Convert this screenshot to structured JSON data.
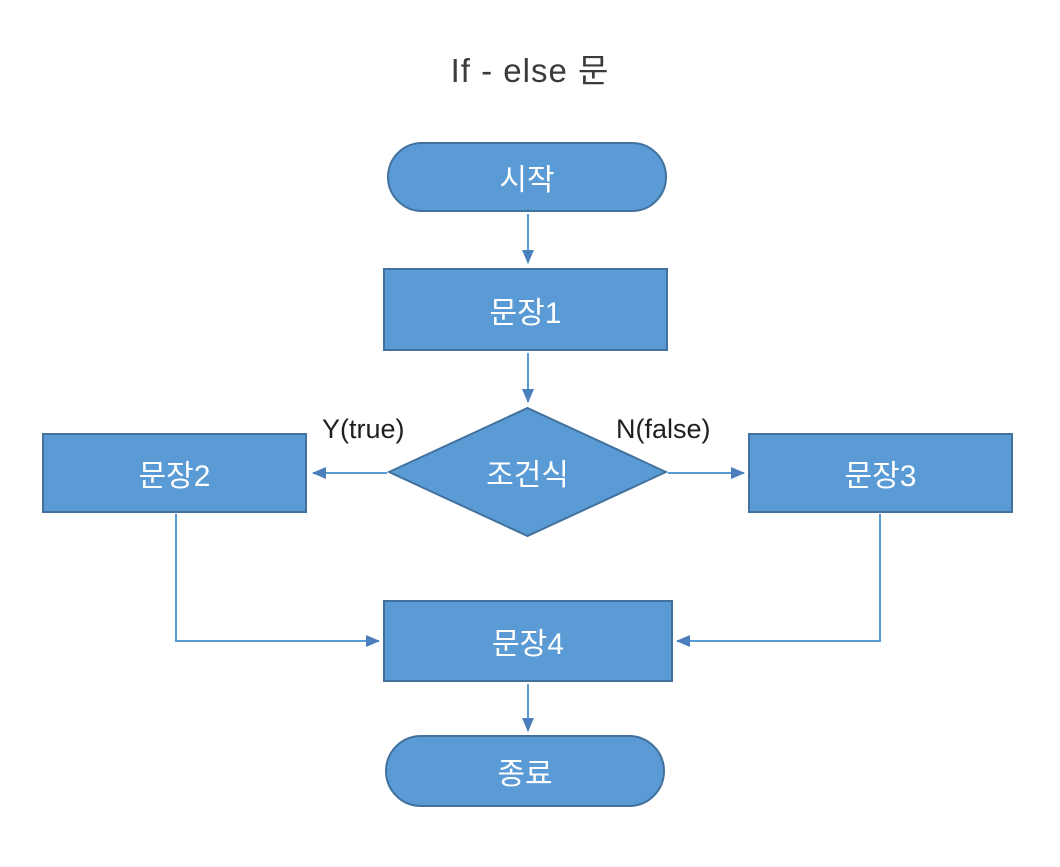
{
  "title": "If - else 문",
  "diagram": {
    "type": "flowchart",
    "nodes": [
      {
        "id": "start",
        "shape": "terminator",
        "label": "시작"
      },
      {
        "id": "statement1",
        "shape": "process",
        "label": "문장1"
      },
      {
        "id": "condition",
        "shape": "decision",
        "label": "조건식"
      },
      {
        "id": "statement2",
        "shape": "process",
        "label": "문장2"
      },
      {
        "id": "statement3",
        "shape": "process",
        "label": "문장3"
      },
      {
        "id": "statement4",
        "shape": "process",
        "label": "문장4"
      },
      {
        "id": "end",
        "shape": "terminator",
        "label": "종료"
      }
    ],
    "edges": [
      {
        "from": "start",
        "to": "statement1",
        "label": ""
      },
      {
        "from": "statement1",
        "to": "condition",
        "label": ""
      },
      {
        "from": "condition",
        "to": "statement2",
        "label": "Y(true)"
      },
      {
        "from": "condition",
        "to": "statement3",
        "label": "N(false)"
      },
      {
        "from": "statement2",
        "to": "statement4",
        "label": ""
      },
      {
        "from": "statement3",
        "to": "statement4",
        "label": ""
      },
      {
        "from": "statement4",
        "to": "end",
        "label": ""
      }
    ],
    "labels": {
      "true_branch": "Y(true)",
      "false_branch": "N(false)"
    }
  },
  "colors": {
    "shape_fill": "#5B9BD5",
    "shape_border": "#41719C",
    "connector": "#5B9BD5",
    "arrowhead": "#4A7FBC",
    "node_text": "#FFFFFF",
    "title_text": "#3B3B3B",
    "edge_label_text": "#1F1F1F",
    "background": "#FFFFFF"
  }
}
